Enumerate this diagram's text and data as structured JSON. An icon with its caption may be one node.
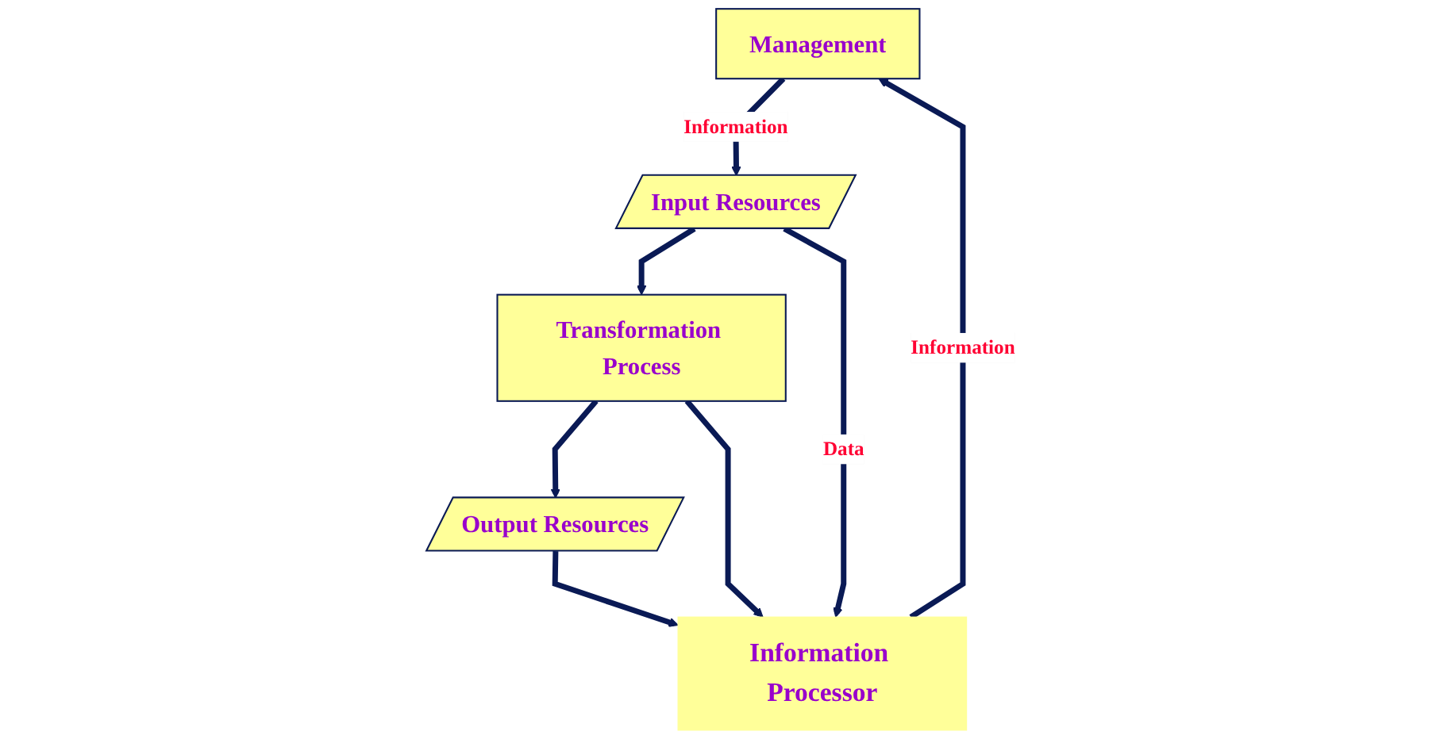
{
  "diagram": {
    "nodes": [
      {
        "text": [
          "Management"
        ]
      },
      {
        "text": [
          "Information Processor"
        ]
      },
      {
        "text": [
          "Input Resources"
        ]
      },
      {
        "text": [
          "Transformation Process"
        ]
      },
      {
        "text": [
          "Output Resources"
        ]
      }
    ],
    "edges": [
      {
        "from": 1,
        "to": 0,
        "arrow": "to",
        "label": "Information"
      },
      {
        "from": 0,
        "to": 2,
        "arrow": "to",
        "label": "Information"
      },
      {
        "from": 2,
        "to": 3,
        "arrow": "to"
      },
      {
        "from": 3,
        "to": 4,
        "arrow": "to"
      },
      {
        "from": 4,
        "to": 1,
        "arrow": "to"
      },
      {
        "from": 2,
        "to": 1,
        "arrow": "to",
        "label": "Data"
      },
      {
        "from": 3,
        "to": 1,
        "arrow": "to"
      }
    ]
  }
}
